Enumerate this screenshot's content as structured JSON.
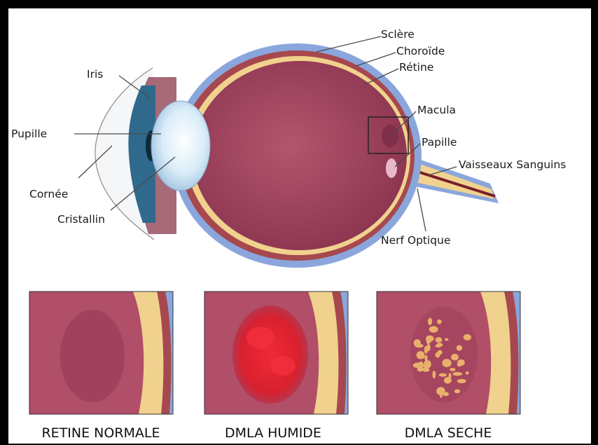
{
  "labels": {
    "sclera": "Sclère",
    "choroid": "Choroïde",
    "retina": "Rétine",
    "iris": "Iris",
    "pupil": "Pupille",
    "cornea": "Cornée",
    "lens": "Cristallin",
    "macula": "Macula",
    "optic_disc": "Papille",
    "blood_vessels": "Vaisseaux Sanguins",
    "optic_nerve": "Nerf Optique"
  },
  "panels": [
    {
      "caption": "RETINE NORMALE"
    },
    {
      "caption": "DMLA HUMIDE"
    },
    {
      "caption": "DMLA SECHE"
    }
  ],
  "colors": {
    "sclera": "#8aa6dc",
    "choroid": "#a7484f",
    "retina": "#f0d28e",
    "vitreous": "#9a3f55",
    "lens": "#c9e0f2",
    "iris": "#2f6a8c",
    "wet_lesion": "#e0202e",
    "dry_deposits": "#e8b06a"
  }
}
